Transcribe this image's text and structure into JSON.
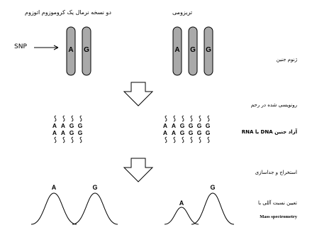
{
  "headers": {
    "normal": "دو نسخه نرمال یک کروموزوم اتوزوم",
    "trisomy": "تریزومی"
  },
  "snp_label": "SNP",
  "alleles": {
    "normal": [
      "A",
      "G"
    ],
    "trisomy": [
      "A",
      "G",
      "G"
    ],
    "rna_normal": [
      "A",
      "A",
      "G",
      "G"
    ],
    "rna_trisomy": [
      "A",
      "A",
      "G",
      "G",
      "G",
      "G"
    ],
    "peaks_normal": [
      "A",
      "G"
    ],
    "peaks_trisomy": [
      "A",
      "G"
    ]
  },
  "steps": [
    "ژنوم جنین",
    "رونویسی شده در رحم",
    "RNA یا DNA آزاد جنین",
    "استخراج و جداسازی",
    "تعیین نسبت آللی با"
  ],
  "mass_spec_label": "Mass spectrometry",
  "colors": {
    "chromosome_fill": "#a9a9a9",
    "stroke": "#000000",
    "arrow_fill": "#ffffff"
  },
  "icons": [
    "down-arrow-icon",
    "pointer-arrow-icon",
    "squiggle-icon"
  ]
}
